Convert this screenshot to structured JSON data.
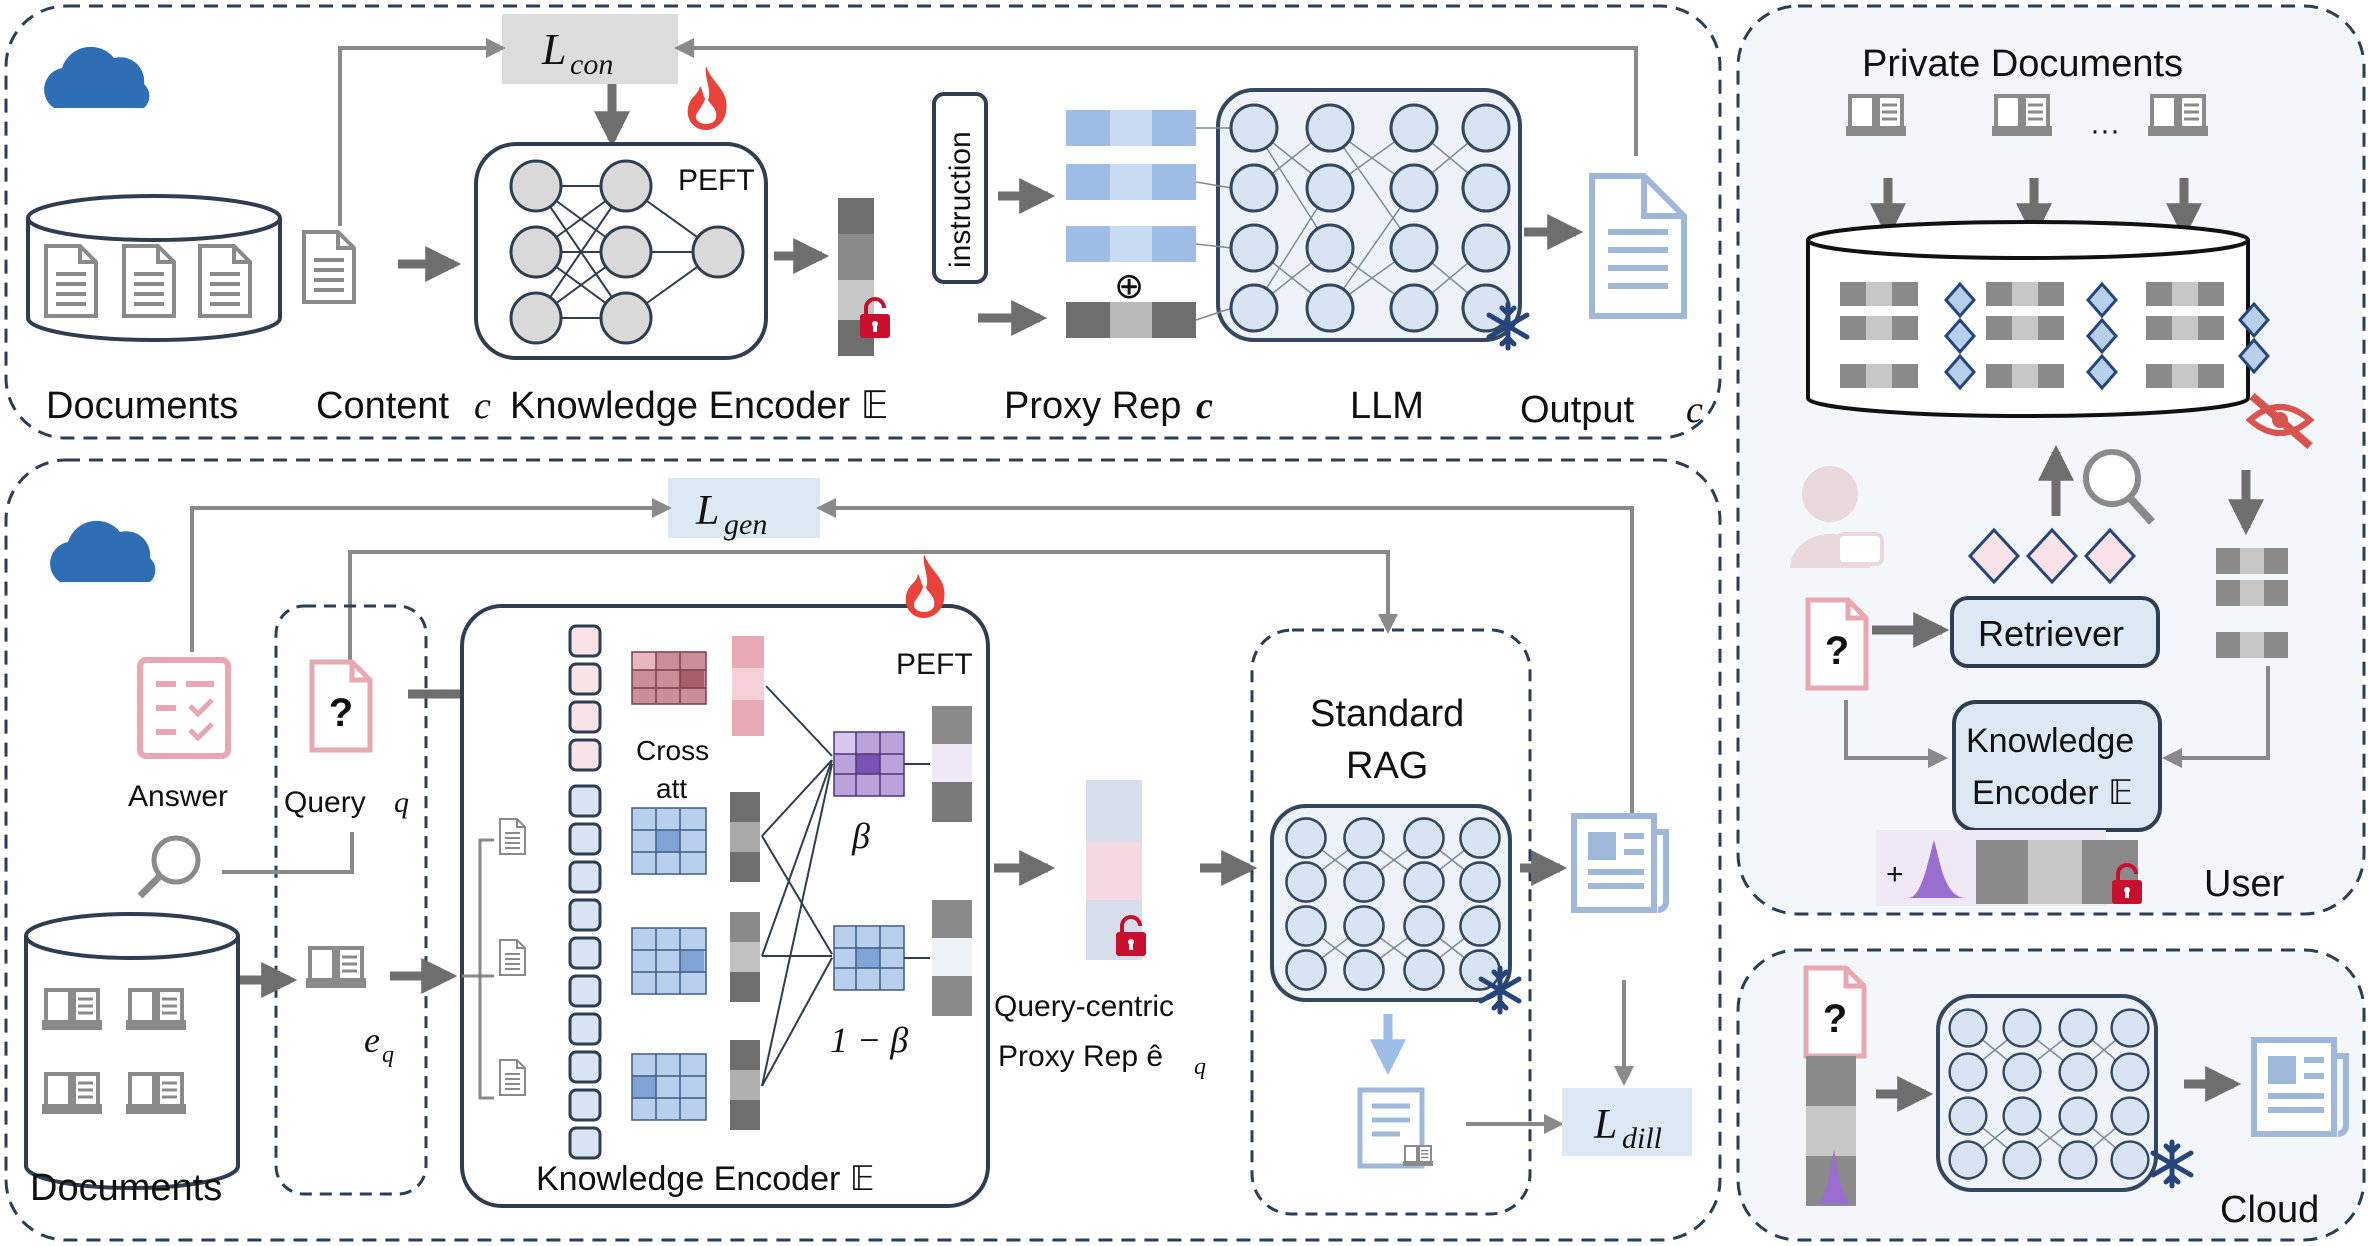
{
  "colors": {
    "panel_border": "#2c3e55",
    "cloud_blue": "#2f6db5",
    "arrow_gray": "#8a8a8a",
    "node_fill": "#d6e4f3",
    "node_stroke": "#34475e",
    "loss_bg": "#dde8f5",
    "loss_gray_bg": "#dcdcdc",
    "doc_blue": "#9fb7d8",
    "doc_pink": "#e8a7b1",
    "fire": "#e8423a",
    "lock": "#c8102e",
    "snow": "#26467a"
  },
  "icons": [
    "cloud-icon",
    "fire-icon",
    "lock-icon",
    "snowflake-icon",
    "magnifier-icon",
    "document-icon",
    "book-icon",
    "user-icon",
    "eye-slash-icon",
    "question-doc-icon",
    "newspaper-icon",
    "checklist-icon"
  ],
  "top": {
    "loss": "L",
    "loss_sub": "con",
    "documents_label": "Documents",
    "content_label": "Content",
    "content_var": "c",
    "encoder_label": "Knowledge Encoder 𝔼",
    "peft_label": "PEFT",
    "instruction_label": "instruction",
    "oplus": "⊕",
    "proxy_label": "Proxy Rep",
    "proxy_var": "c",
    "llm_label": "LLM",
    "output_label": "Output",
    "output_var": "c"
  },
  "bottom": {
    "loss_gen": "L",
    "loss_gen_sub": "gen",
    "answer_label": "Answer",
    "query_label": "Query",
    "query_var": "q",
    "eq_var": "e",
    "eq_sub": "q",
    "documents_label": "Documents",
    "cross_att_label_1": "Cross",
    "cross_att_label_2": "att",
    "peft_label": "PEFT",
    "beta_label": "β",
    "one_minus_beta_label": "1 − β",
    "encoder_label": "Knowledge Encoder 𝔼",
    "qc_label_1": "Query-centric",
    "qc_label_2": "Proxy Rep ê",
    "qc_sub": "q",
    "standard_rag_1": "Standard",
    "standard_rag_2": "RAG",
    "loss_dill": "L",
    "loss_dill_sub": "dill"
  },
  "right_user": {
    "title": "Private Documents",
    "ellipsis": "···",
    "retriever_label": "Retriever",
    "encoder_label_1": "Knowledge",
    "encoder_label_2": "Encoder 𝔼",
    "plus": "+",
    "user_label": "User"
  },
  "right_cloud": {
    "cloud_label": "Cloud"
  }
}
